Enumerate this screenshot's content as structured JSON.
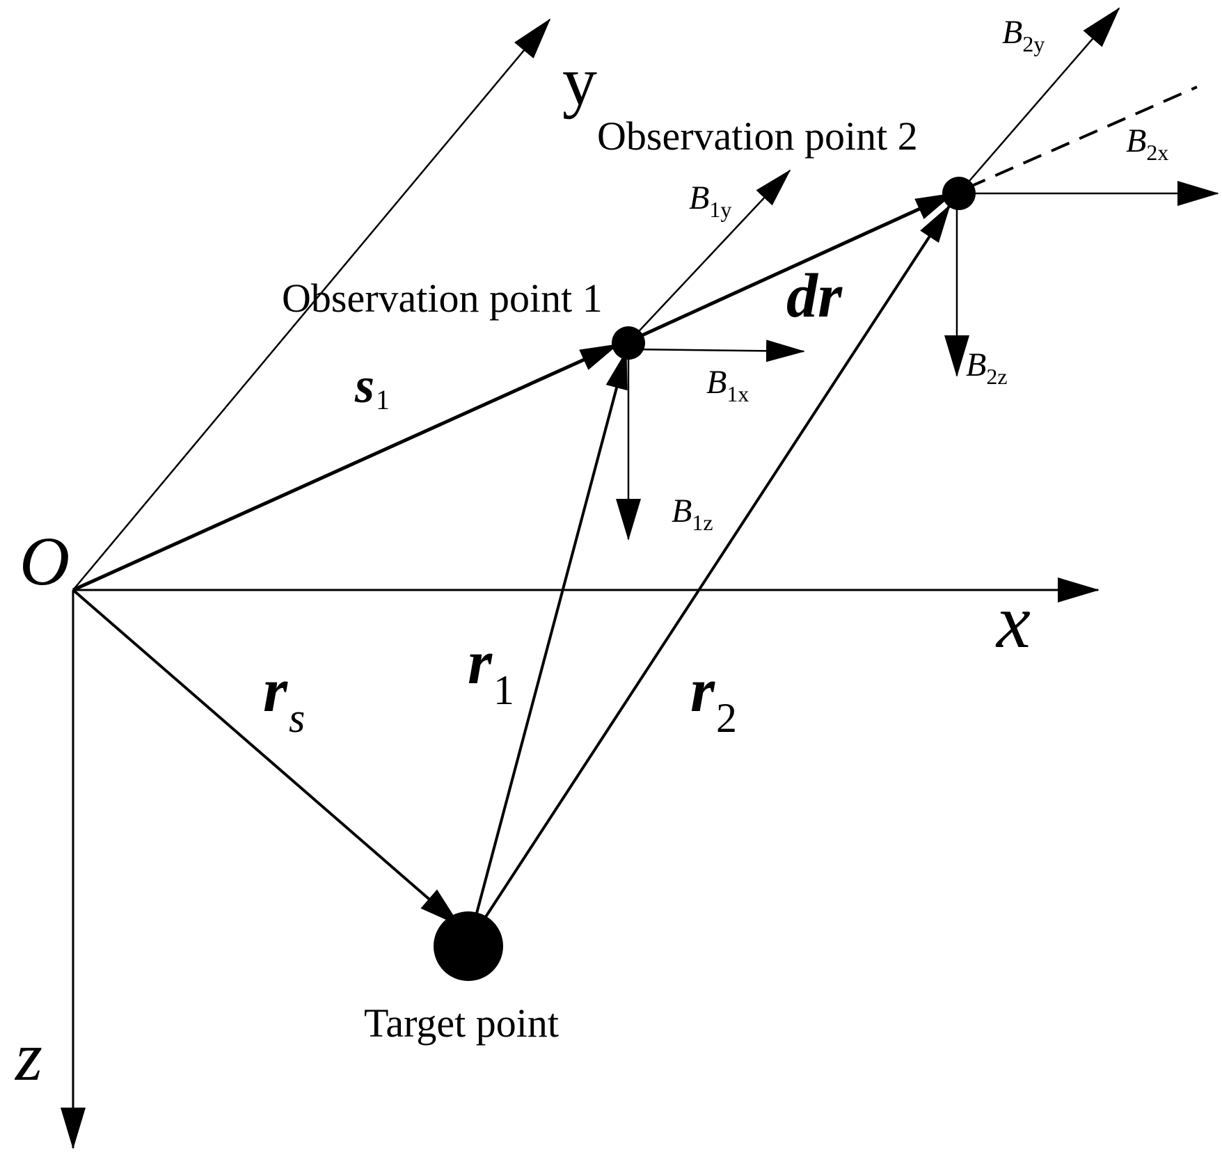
{
  "axes": {
    "origin": "O",
    "x": "x",
    "y": "y",
    "z": "z"
  },
  "points": {
    "observation1": "Observation point 1",
    "observation2": "Observation point 2",
    "target": "Target point"
  },
  "vectors": {
    "s1": {
      "main": "s",
      "sub": "1"
    },
    "dr": {
      "main": "dr"
    },
    "rs": {
      "main": "r",
      "sub": "s"
    },
    "r1": {
      "main": "r",
      "sub": "1"
    },
    "r2": {
      "main": "r",
      "sub": "2"
    }
  },
  "field_components": {
    "b1x": {
      "main": "B",
      "sub": "1x"
    },
    "b1y": {
      "main": "B",
      "sub": "1y"
    },
    "b1z": {
      "main": "B",
      "sub": "1z"
    },
    "b2x": {
      "main": "B",
      "sub": "2x"
    },
    "b2y": {
      "main": "B",
      "sub": "2y"
    },
    "b2z": {
      "main": "B",
      "sub": "2z"
    }
  },
  "colors": {
    "ink": "#000000",
    "background": "#ffffff"
  }
}
